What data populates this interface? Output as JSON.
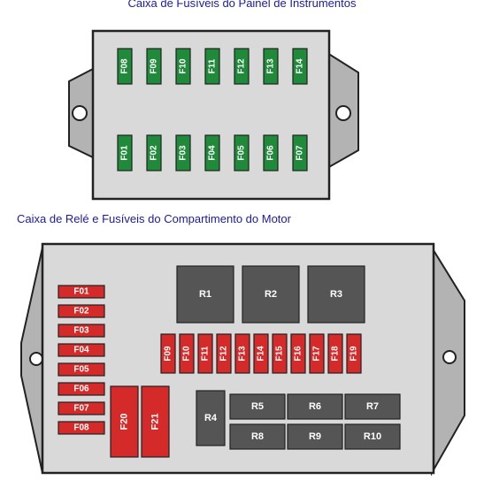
{
  "panel_box": {
    "title": "Caixa de Fusíveis do Painel de Instrumentos",
    "top_fuses": [
      "F08",
      "F09",
      "F10",
      "F11",
      "F12",
      "F13",
      "F14"
    ],
    "bottom_fuses": [
      "F01",
      "F02",
      "F03",
      "F04",
      "F05",
      "F06",
      "F07"
    ],
    "fuse_color": "#1f8a3a",
    "box_color": "#d9d9d9"
  },
  "engine_box": {
    "title": "Caixa de Relé e Fusíveis do Compartimento do Motor",
    "left_fuses": [
      "F01",
      "F02",
      "F03",
      "F04",
      "F05",
      "F06",
      "F07",
      "F08"
    ],
    "middle_fuses": [
      "F09",
      "F10",
      "F11",
      "F12",
      "F13",
      "F14",
      "F15",
      "F16",
      "F17",
      "F18",
      "F19"
    ],
    "big_fuses": [
      "F20",
      "F21"
    ],
    "top_relays": [
      "R1",
      "R2",
      "R3"
    ],
    "side_relay": "R4",
    "relay_grid": [
      "R5",
      "R6",
      "R7",
      "R8",
      "R9",
      "R10"
    ],
    "fuse_color": "#d42a2a",
    "relay_color": "#555555"
  }
}
